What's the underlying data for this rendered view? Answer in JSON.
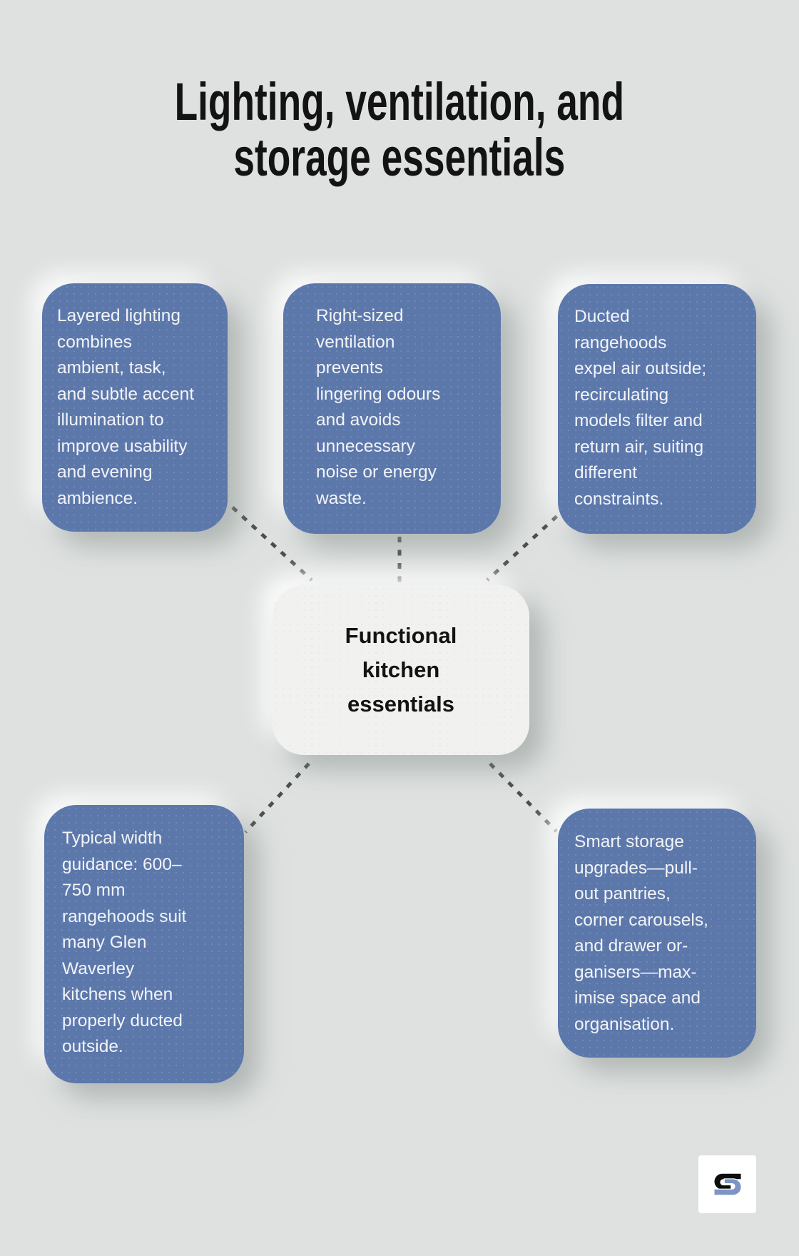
{
  "title": "Lighting, ventilation, and\nstorage essentials",
  "center_node": {
    "label": "Functional\nkitchen\nessentials"
  },
  "cards": [
    {
      "id": "layered-lighting",
      "text": "Layered lighting\ncombines\nambient, task,\nand subtle accent\nillumination to\nimprove usability\nand evening\nambience."
    },
    {
      "id": "right-sized-ventilation",
      "text": "Right-sized\nventilation\nprevents\nlingering odours\nand avoids\nunnecessary\nnoise or energy\nwaste."
    },
    {
      "id": "ducted-rangehoods",
      "text": "Ducted\nrangehoods\nexpel air outside;\nrecirculating\nmodels filter and\nreturn air, suiting\ndifferent\nconstraints."
    },
    {
      "id": "width-guidance",
      "text": "Typical width\nguidance: 600–\n750 mm\nrangehoods suit\nmany Glen\nWaverley\nkitchens when\nproperly ducted\noutside."
    },
    {
      "id": "smart-storage",
      "text": "Smart storage\nupgrades—pull-\nout pantries,\ncorner carousels,\nand drawer or-\nganisers—max-\nimise space and\norganisation."
    }
  ],
  "colors": {
    "background": "#dee1e0",
    "card_fill": "#5c78ab",
    "card_text": "#f2f4f8",
    "center_fill": "#f1f2f0",
    "title_text": "#131313",
    "connector": "#4d4d4d",
    "logo_black": "#0d0d0d",
    "logo_blue": "#7e94c4"
  }
}
